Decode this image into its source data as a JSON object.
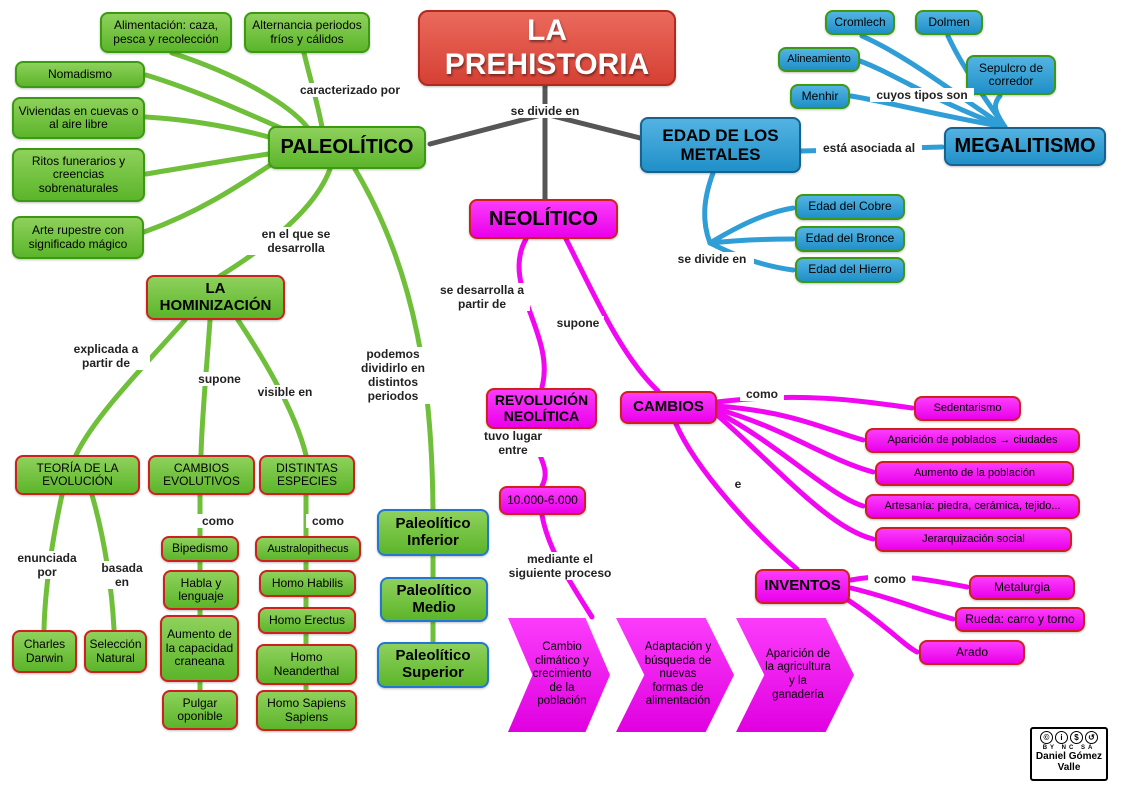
{
  "title": "LA PREHISTORIA",
  "colors": {
    "red": "#d64034",
    "green": "#6cc038",
    "magenta": "#f207f2",
    "blue": "#2f9ed6",
    "line_gray": "#565656"
  },
  "labels": {
    "caracterizado_por": "caracterizado por",
    "se_divide_en_title": "se divide en",
    "esta_asociada_al": "está asociada al",
    "cuyos_tipos_son": "cuyos tipos son",
    "se_divide_en_metales": "se divide en",
    "en_el_que_se_desarrolla": "en el que se desarrolla",
    "explicada_a_partir_de": "explicada a partir de",
    "supone_hominizacion": "supone",
    "visible_en": "visible en",
    "podemos_dividirlo": "podemos dividirlo en distintos periodos",
    "se_desarrolla_a_partir_de": "se desarrolla a partir de",
    "supone_neolitico": "supone",
    "como_cambios": "como",
    "e": "e",
    "como_inventos": "como",
    "tuvo_lugar_entre": "tuvo lugar entre",
    "mediante_proceso": "mediante el siguiente proceso",
    "enunciada_por": "enunciada por",
    "basada_en": "basada en",
    "como_evolutivos": "como",
    "como_especies": "como"
  },
  "paleolitico": {
    "label": "PALEOLÍTICO",
    "traits": [
      "Alimentación: caza, pesca y recolección",
      "Alternancia periodos fríos y cálidos",
      "Nomadismo",
      "Viviendas en cuevas o al aire libre",
      "Ritos funerarios y creencias sobrenaturales",
      "Arte rupestre con significado mágico"
    ],
    "periods": [
      "Paleolítico Inferior",
      "Paleolítico Medio",
      "Paleolítico Superior"
    ]
  },
  "hominizacion": {
    "label": "LA HOMINIZACIÓN",
    "teoria": {
      "label": "TEORÍA DE LA EVOLUCIÓN",
      "enunciada": "Charles Darwin",
      "basada": "Selección Natural"
    },
    "cambios_evolutivos": {
      "label": "CAMBIOS EVOLUTIVOS",
      "items": [
        "Bipedismo",
        "Habla y lenguaje",
        "Aumento de la capacidad craneana",
        "Pulgar oponible"
      ]
    },
    "especies": {
      "label": "DISTINTAS ESPECIES",
      "items": [
        "Australopithecus",
        "Homo Habilis",
        "Homo Erectus",
        "Homo Neanderthal",
        "Homo Sapiens Sapiens"
      ]
    }
  },
  "neolitico": {
    "label": "NEOLÍTICO",
    "revolucion": {
      "label": "REVOLUCIÓN NEOLÍTICA",
      "fecha": "10.000-6.000",
      "proceso": [
        "Cambio climático y crecimiento de la población",
        "Adaptación y búsqueda de nuevas formas de alimentación",
        "Aparición de la agricultura y la ganadería"
      ]
    },
    "cambios": {
      "label": "CAMBIOS",
      "items": [
        "Sedentarismo",
        "Aparición de poblados → ciudades",
        "Aumento de la población",
        "Artesanía: piedra, cerámica, tejido...",
        "Jerarquización social"
      ],
      "inventos": {
        "label": "INVENTOS",
        "items": [
          "Metalurgia",
          "Rueda: carro y torno",
          "Arado"
        ]
      }
    }
  },
  "metales": {
    "label": "EDAD DE LOS METALES",
    "edades": [
      "Edad del Cobre",
      "Edad del Bronce",
      "Edad del Hierro"
    ]
  },
  "megalitismo": {
    "label": "MEGALITISMO",
    "tipos": [
      "Cromlech",
      "Dolmen",
      "Alineamiento",
      "Sepulcro de corredor",
      "Menhir"
    ]
  },
  "credit": {
    "name": "Daniel Gómez Valle",
    "icons": [
      "©",
      "i",
      "$",
      "↺"
    ],
    "license_letters": "BY NC SA"
  }
}
